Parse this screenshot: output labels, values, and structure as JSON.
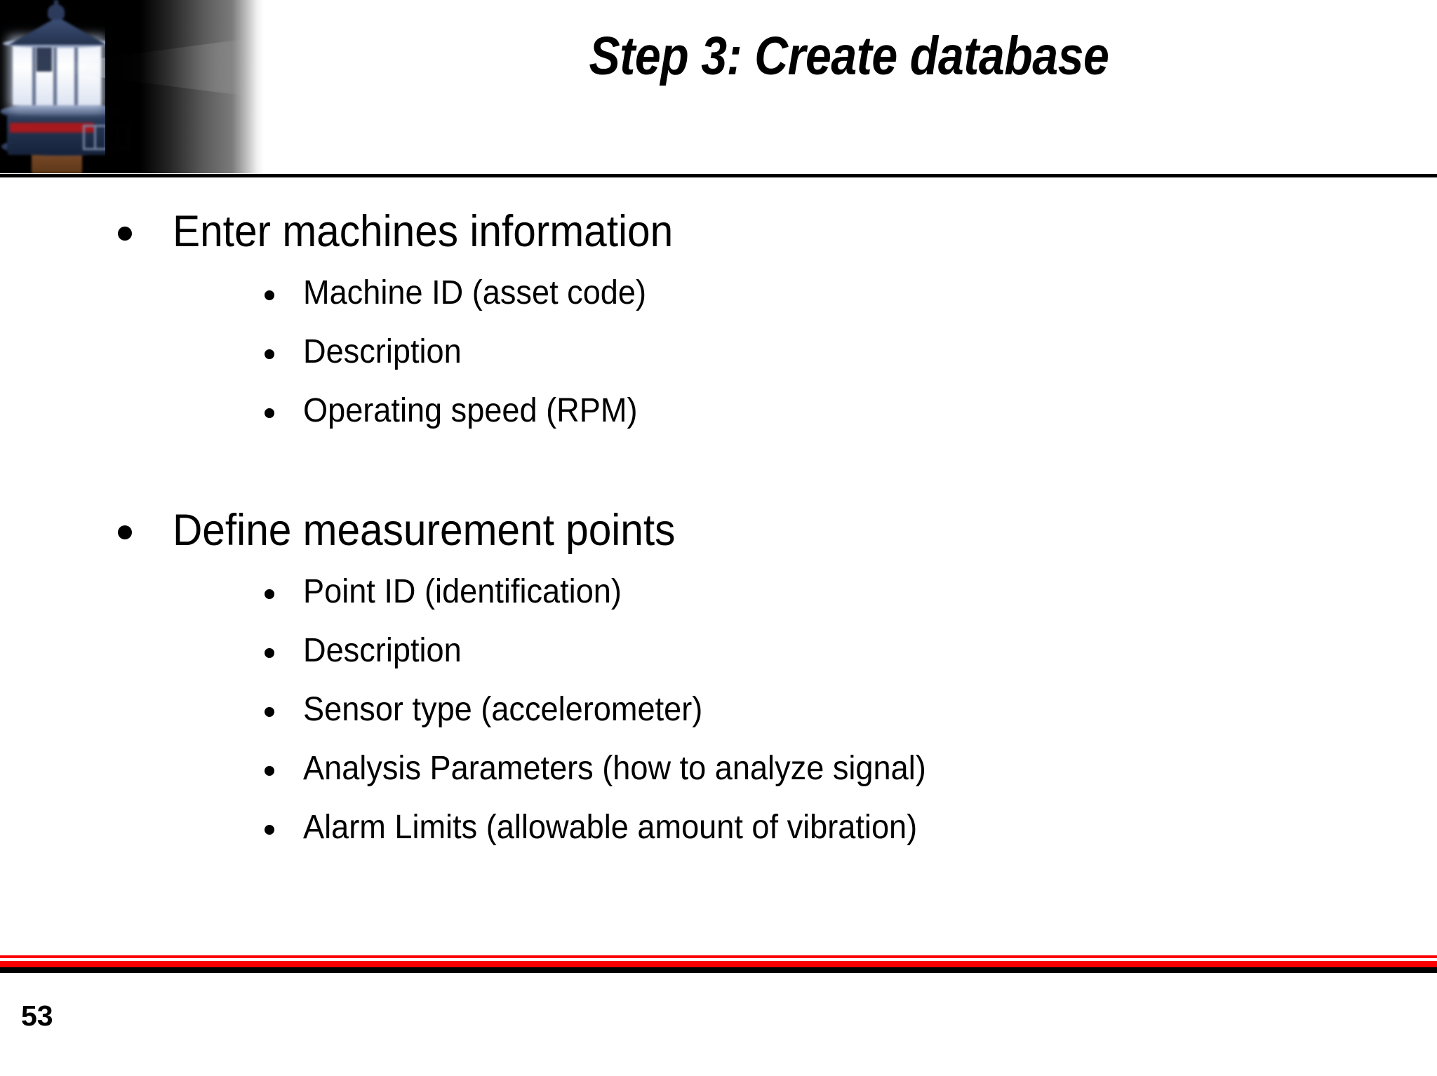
{
  "slide": {
    "title": "Step 3:  Create database",
    "page_number": "53",
    "header_image_alt": "lighthouse-with-light-beam"
  },
  "content": {
    "groups": [
      {
        "heading": "Enter machines information",
        "items": [
          "Machine ID (asset code)",
          "Description",
          "Operating speed (RPM)"
        ]
      },
      {
        "heading": "Define measurement points",
        "items": [
          "Point ID (identification)",
          "Description",
          "Sensor type (accelerometer)",
          "Analysis Parameters (how to analyze signal)",
          "Alarm Limits (allowable amount of vibration)"
        ]
      }
    ]
  },
  "theme": {
    "background": "#ffffff",
    "text": "#000000",
    "accent_red": "#ff0000",
    "rule_black": "#000000"
  }
}
